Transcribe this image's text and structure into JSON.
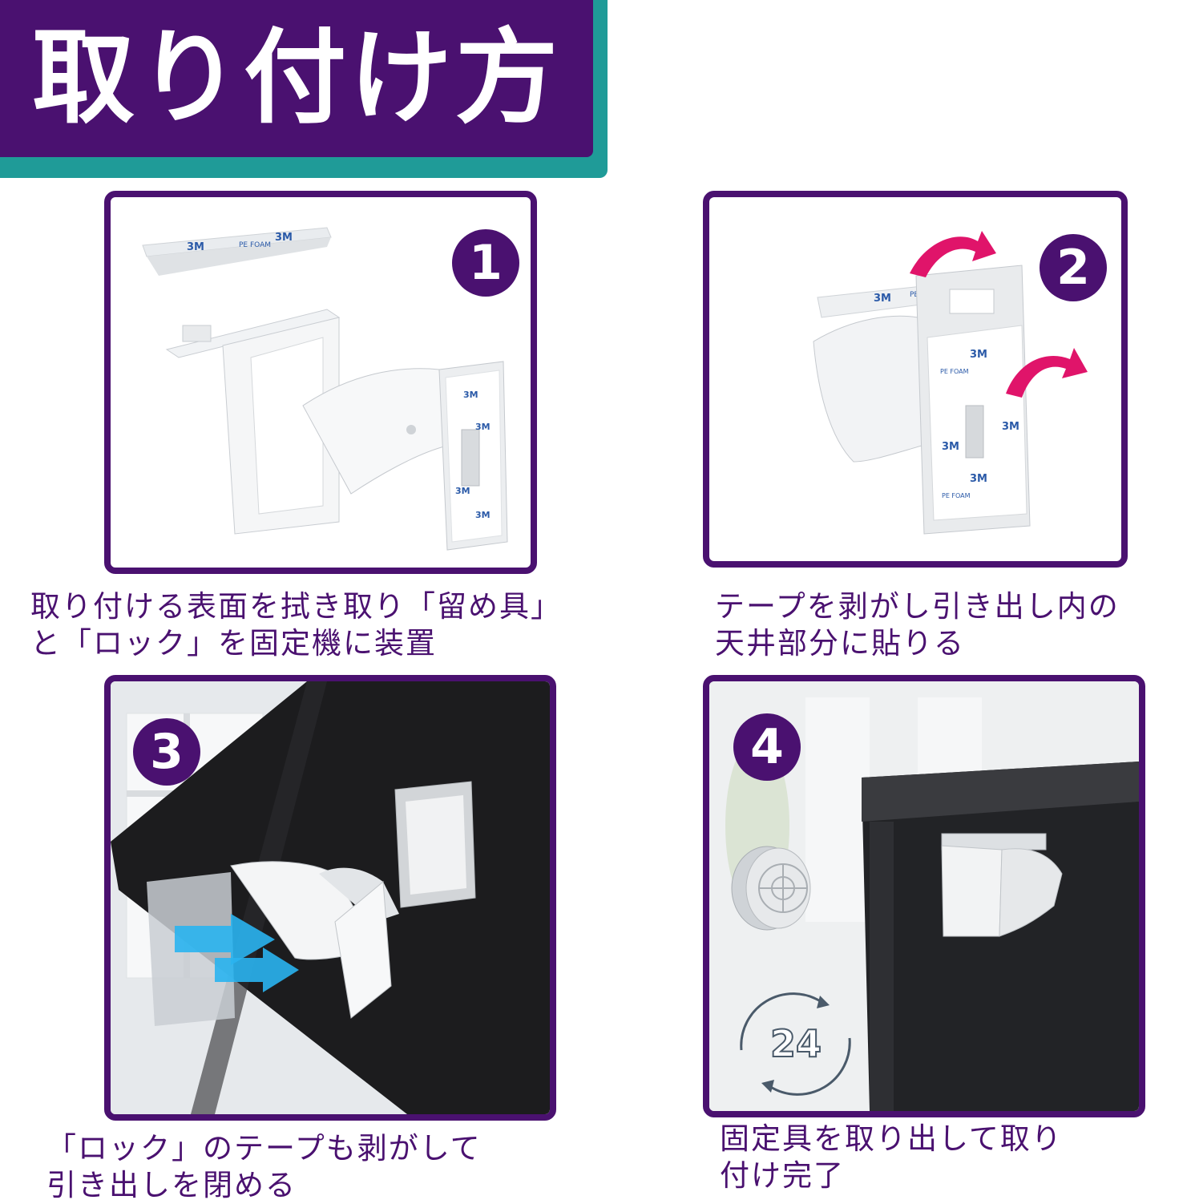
{
  "header": {
    "title": "取り付け方"
  },
  "steps": [
    {
      "number": "1",
      "caption_line1": "取り付ける表面を拭き取り「留め具」",
      "caption_line2": "と「ロック」を固定機に装置"
    },
    {
      "number": "2",
      "caption_line1": "テープを剥がし引き出し内の",
      "caption_line2": "天井部分に貼りる"
    },
    {
      "number": "3",
      "caption_line1": "「ロック」のテープも剥がして",
      "caption_line2": "引き出しを閉める"
    },
    {
      "number": "4",
      "caption_line1": "固定具を取り出して取り",
      "caption_line2": "付け完了"
    }
  ],
  "illustration_labels": {
    "tape_brand": "3M",
    "foam_label": "PE FOAM",
    "timer": "24"
  },
  "colors": {
    "purple": "#4a1170",
    "teal": "#1f9b98",
    "arrow_pink": "#e0146a",
    "arrow_blue": "#2ab4f0",
    "green": "#8fd400"
  },
  "icons": [
    "install-step-illustration",
    "rotate-arrow-icon",
    "clock-24-icon"
  ]
}
